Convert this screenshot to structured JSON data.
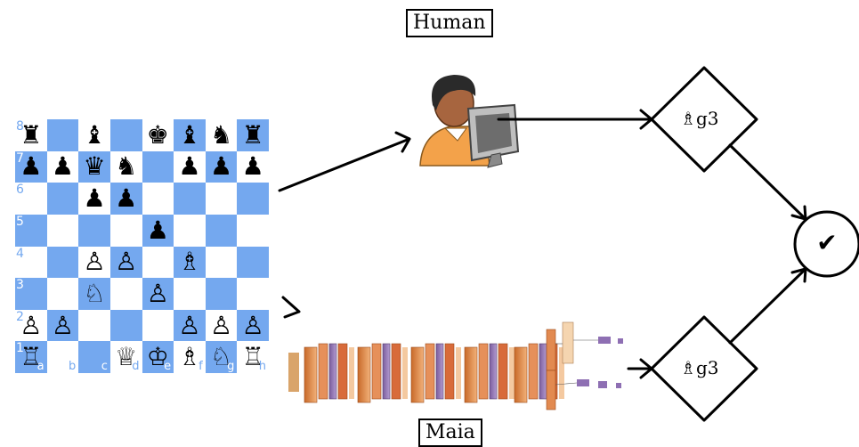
{
  "labels": {
    "human": "Human",
    "maia": "Maia"
  },
  "board": {
    "ranks": [
      "8",
      "7",
      "6",
      "5",
      "4",
      "3",
      "2",
      "1"
    ],
    "files": [
      "a",
      "b",
      "c",
      "d",
      "e",
      "f",
      "g",
      "h"
    ],
    "position": [
      [
        "♜",
        "",
        "♝",
        "",
        "♚",
        "♝",
        "♞",
        "♜"
      ],
      [
        "♟",
        "♟",
        "♛",
        "♞",
        "",
        "♟",
        "♟",
        "♟"
      ],
      [
        "",
        "",
        "♟",
        "♟",
        "",
        "",
        "",
        ""
      ],
      [
        "",
        "",
        "",
        "",
        "♟",
        "",
        "",
        ""
      ],
      [
        "",
        "",
        "♙",
        "♙",
        "",
        "♗",
        "",
        ""
      ],
      [
        "",
        "",
        "♘",
        "",
        "♙",
        "",
        "",
        ""
      ],
      [
        "♙",
        "♙",
        "",
        "",
        "",
        "♙",
        "♙",
        "♙"
      ],
      [
        "♖",
        "",
        "",
        "♕",
        "♔",
        "♗",
        "♘",
        "♖"
      ]
    ]
  },
  "human_move": {
    "piece": "♗",
    "square": "g3"
  },
  "maia_move": {
    "piece": "♗",
    "square": "g3"
  },
  "result_symbol": "✔",
  "colors": {
    "board_dark": "#74a8ef",
    "board_light": "#ffffff"
  },
  "icons": [
    "human-user-icon",
    "computer-monitor-icon",
    "neural-network-icon",
    "checkmark-icon"
  ]
}
